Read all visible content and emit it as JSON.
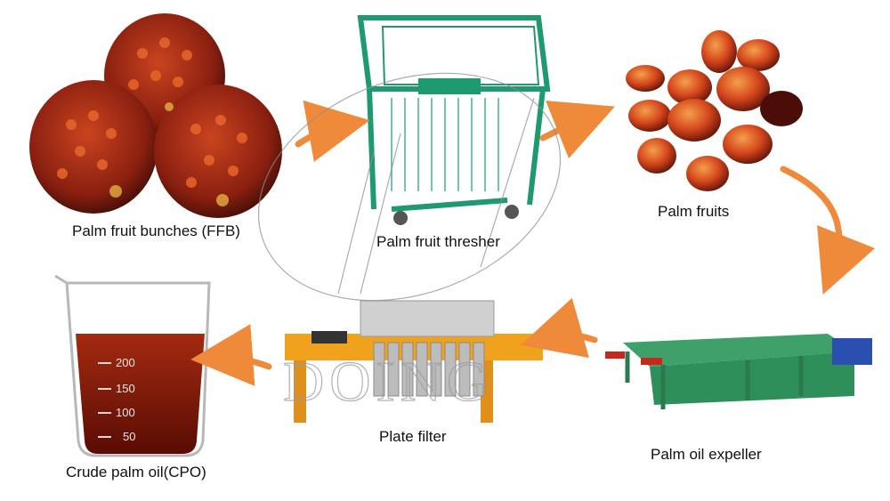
{
  "steps": [
    {
      "id": "ffb",
      "label": "Palm fruit bunches (FFB)"
    },
    {
      "id": "thresher",
      "label": "Palm fruit thresher"
    },
    {
      "id": "fruits",
      "label": "Palm fruits"
    },
    {
      "id": "expeller",
      "label": "Palm oil expeller"
    },
    {
      "id": "filter",
      "label": "Plate filter"
    },
    {
      "id": "cpo",
      "label": "Crude palm oil(CPO)"
    }
  ],
  "beaker_marks": [
    "200",
    "150",
    "100",
    "50"
  ],
  "watermark": "DOING",
  "colors": {
    "arrow": "#ee8a3a",
    "thresher": "#1f9a6e",
    "expeller": "#2f8f5b",
    "filter_frame": "#f0a21c",
    "oil": "#7a1408",
    "fruit_red": "#c8361c",
    "fruit_orange": "#e0701c"
  }
}
